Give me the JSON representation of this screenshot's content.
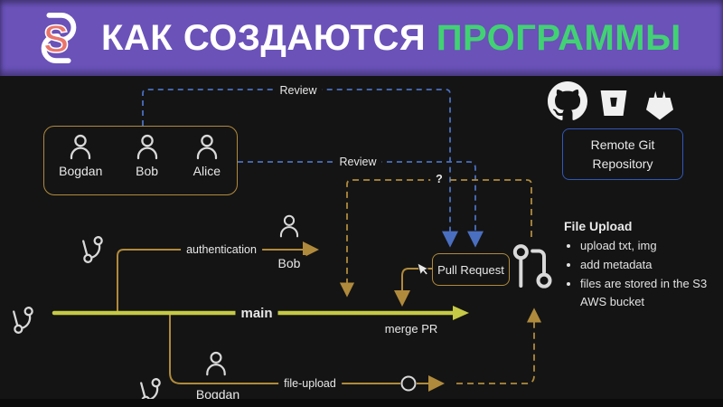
{
  "colors": {
    "purple": "#6a52b9",
    "green": "#41d273",
    "coral": "#e8746c",
    "bg": "#141414",
    "main-yellow": "#c5c945",
    "branch-gold": "#b08a3c",
    "review-blue": "#4a6fc0",
    "repo-border": "#3157b8",
    "ink": "#e8e8e8"
  },
  "header": {
    "title_white": "КАК СОЗДАЮТСЯ",
    "title_green": "ПРОГРАММЫ",
    "logo_letter": "S"
  },
  "team_box": {
    "members": [
      "Bogdan",
      "Bob",
      "Alice"
    ]
  },
  "remote_repo": {
    "line1": "Remote Git",
    "line2": "Repository"
  },
  "icons": {
    "top_right": [
      "github-icon",
      "bitbucket-icon",
      "gitlab-icon"
    ],
    "branch_icon": "git-branch-icon",
    "pull_request_icon": "git-pull-request-icon",
    "person_icon": "person-icon",
    "cursor_icon": "cursor-icon"
  },
  "labels": {
    "review_top": "Review",
    "review_side": "Review",
    "question_mark": "?",
    "authentication_branch": "authentication",
    "main_branch": "main",
    "merge_pr": "merge PR",
    "file_upload_branch": "file-upload",
    "pull_request": "Pull Request",
    "dev_bob": "Bob",
    "dev_bogdan": "Bogdan"
  },
  "file_upload_note": {
    "title": "File Upload",
    "bullets": [
      "upload txt, img",
      "add metadata",
      "files are stored in the S3 AWS bucket"
    ]
  }
}
